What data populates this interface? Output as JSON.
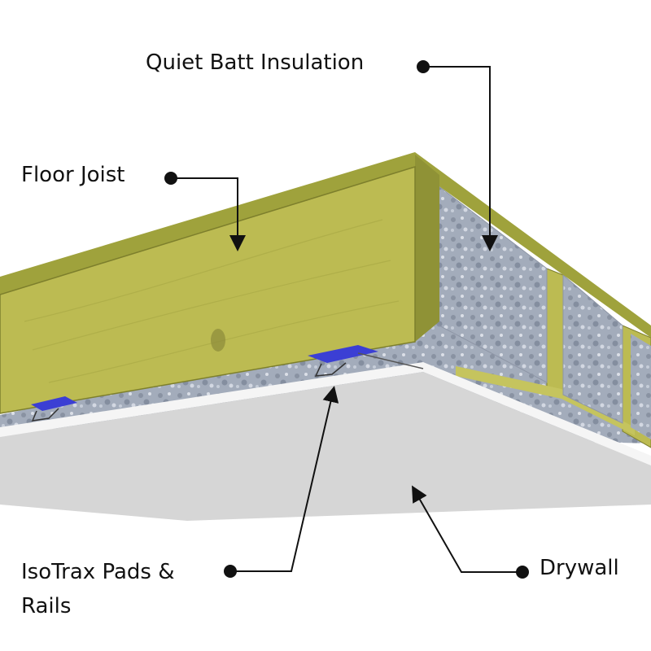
{
  "labels": {
    "insulation": "Quiet Batt Insulation",
    "joist": "Floor Joist",
    "pads_line1": "IsoTrax Pads &",
    "pads_line2": "Rails",
    "drywall": "Drywall"
  },
  "colors": {
    "wood_face": "#bcbb52",
    "wood_top": "#9fa23c",
    "wood_edge": "#7d7f2c",
    "insulation": "#a3acbb",
    "drywall_face": "#d6d6d6",
    "drywall_edge": "#f5f5f5",
    "pad": "#3b3fd4",
    "leader": "#111111"
  }
}
